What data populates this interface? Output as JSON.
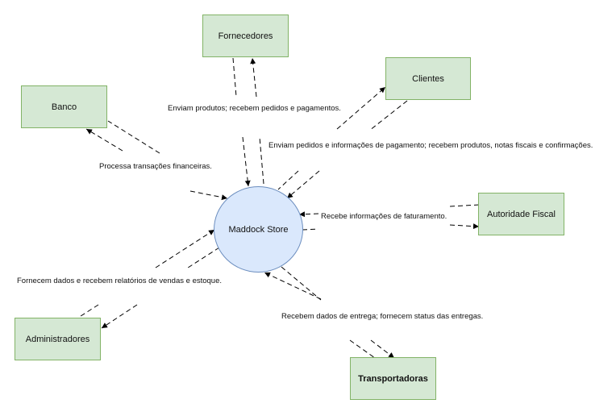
{
  "process": {
    "label": "Maddock Store"
  },
  "entities": {
    "fornecedores": "Fornecedores",
    "clientes": "Clientes",
    "banco": "Banco",
    "autoridade_fiscal": "Autoridade Fiscal",
    "administradores": "Administradores",
    "transportadoras": "Transportadoras"
  },
  "flows": {
    "fornecedores": "Enviam produtos; recebem pedidos e pagamentos.",
    "clientes": "Enviam pedidos e informações de pagamento; recebem produtos, notas fiscais e confirmações.",
    "banco": "Processa transações financeiras.",
    "autoridade_fiscal": "Recebe informações de faturamento.",
    "administradores": "Fornecem dados e recebem relatórios de vendas e estoque.",
    "transportadoras": "Recebem dados de entrega; fornecem status das entregas."
  },
  "colors": {
    "entity_fill": "#d5e8d4",
    "entity_stroke": "#82b366",
    "process_fill": "#dae8fc",
    "process_stroke": "#6c8ebf",
    "line": "#000000"
  }
}
